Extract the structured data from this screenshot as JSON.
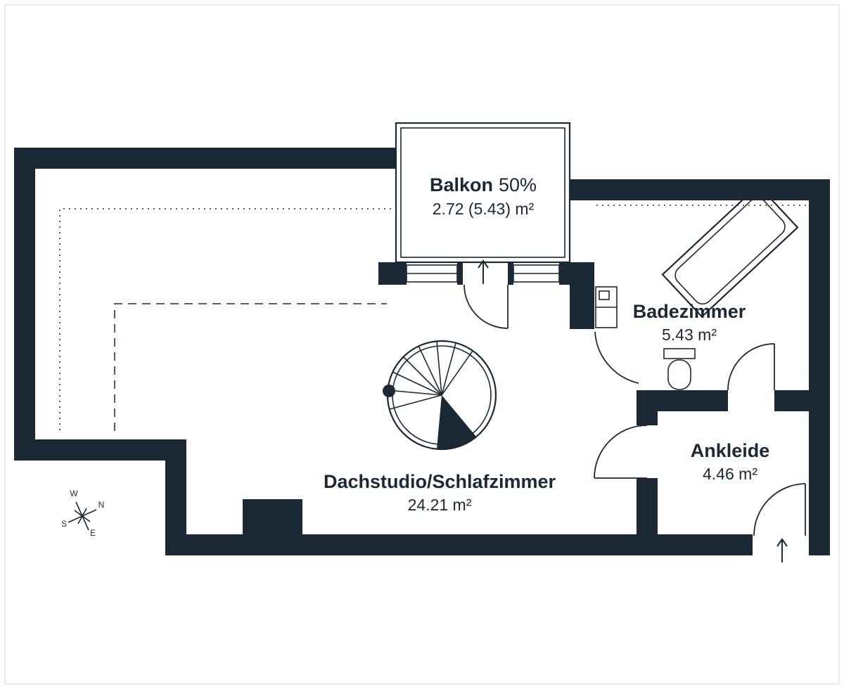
{
  "meta": {
    "type": "floor-plan",
    "language": "de"
  },
  "colors": {
    "wall": "#1b2835",
    "ink": "#1b2835",
    "background": "#ffffff",
    "border": "#dfe3e6"
  },
  "rooms": {
    "balkon": {
      "name": "Balkon",
      "share": "50%",
      "area": "2.72 (5.43) m²"
    },
    "badezimmer": {
      "name": "Badezimmer",
      "area": "5.43 m²"
    },
    "dachstudio": {
      "name": "Dachstudio/Schlafzimmer",
      "area": "24.21 m²"
    },
    "ankleide": {
      "name": "Ankleide",
      "area": "4.46 m²"
    }
  },
  "compass": {
    "north": "N",
    "south": "S",
    "east": "E",
    "west": "W"
  },
  "fixtures": [
    "bathtub",
    "wc",
    "spiral-staircase",
    "radiator",
    "balcony-railing",
    "windows"
  ],
  "symbols": [
    "entrance-arrow",
    "balcony-door-arrow",
    "door-swing-arcs",
    "roof-slope-dashed-lines"
  ]
}
